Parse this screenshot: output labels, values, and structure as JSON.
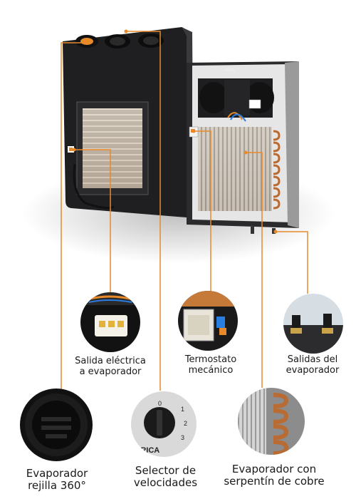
{
  "labels": {
    "salida_electrica": [
      "Salida eléctrica",
      "a evaporador"
    ],
    "termostato": [
      "Termostato",
      "mecánico"
    ],
    "salidas_evaporador": [
      "Salidas del",
      "evaporador"
    ],
    "rejilla": [
      "Evaporador",
      "rejilla 360°"
    ],
    "selector": [
      "Selector de",
      "velocidades"
    ],
    "serpentin": [
      "Evaporador con",
      "serpentín de cobre"
    ]
  },
  "selector_dial_marks": [
    "0",
    "1",
    "2",
    "3"
  ],
  "selector_brand_fragment": "ERICA",
  "colors": {
    "callout_line": "#e8892a",
    "unit_body": "#1c1c1e",
    "coil": "#c9a77a"
  }
}
